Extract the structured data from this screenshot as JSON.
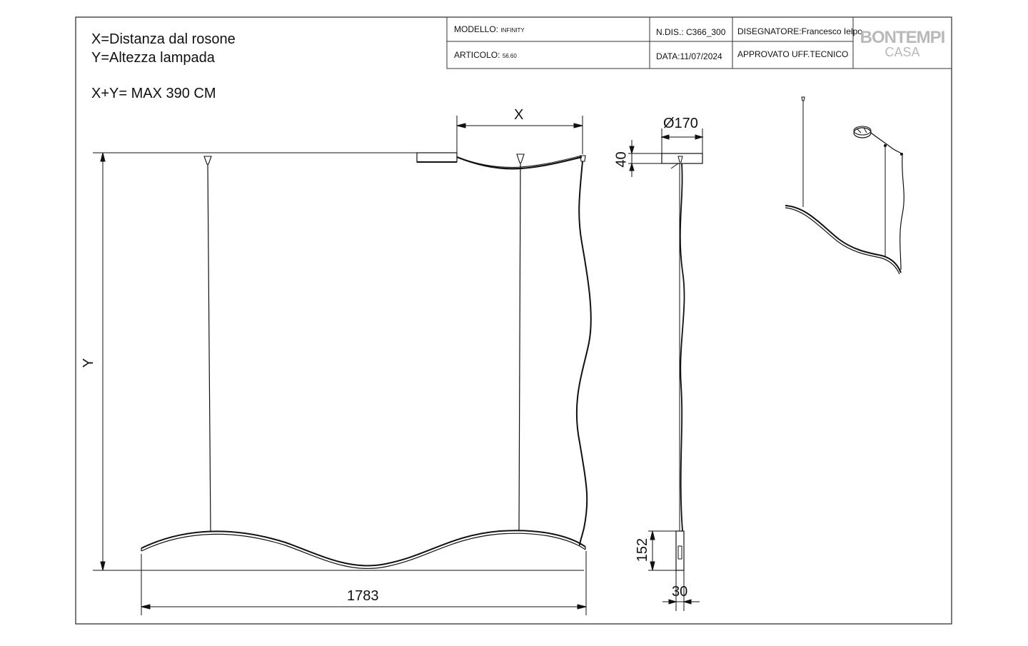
{
  "notes": {
    "line1": "X=Distanza dal rosone",
    "line2": "Y=Altezza lampada",
    "line3": "X+Y= MAX 390 CM"
  },
  "title_block": {
    "modello_label": "MODELLO:",
    "modello_value": "INFINITY",
    "ndis": "N.DIS.: C366_300",
    "disegnatore": "DISEGNATORE:Francesco Ielpo",
    "articolo_label": "ARTICOLO:",
    "articolo_value": "56.60",
    "data": "DATA:11/07/2024",
    "approvato": "APPROVATO UFF.TECNICO",
    "logo_line1": "BONTEMPI",
    "logo_line2": "CASA"
  },
  "dimensions": {
    "x_label": "X",
    "y_label": "Y",
    "length": "1783",
    "diameter": "Ø170",
    "canopy_height": "40",
    "body_height": "152",
    "body_width": "30"
  }
}
